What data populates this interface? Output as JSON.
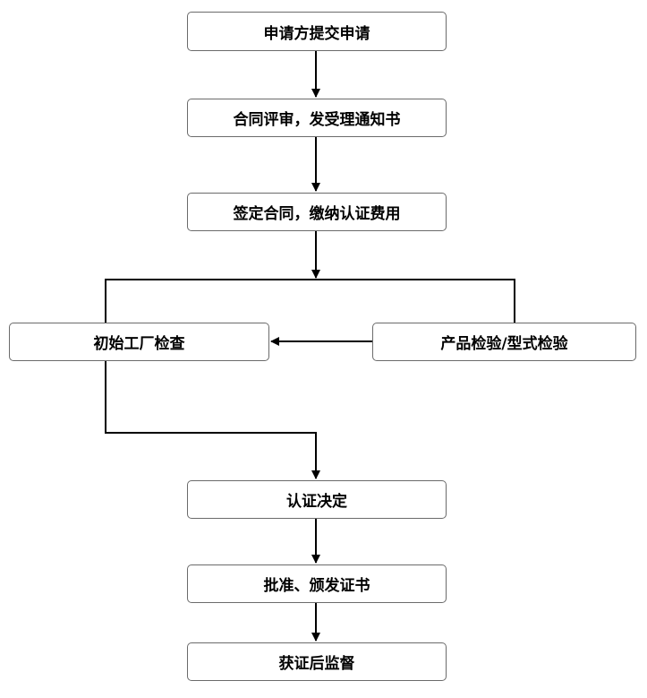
{
  "steps": {
    "submit": "申请方提交申请",
    "review": "合同评审，发受理通知书",
    "contract": "签定合同，缴纳认证费用",
    "factory_inspection": "初始工厂检查",
    "product_test": "产品检验/型式检验",
    "decision": "认证决定",
    "approve": "批准、颁发证书",
    "post_monitor": "获证后监督"
  }
}
